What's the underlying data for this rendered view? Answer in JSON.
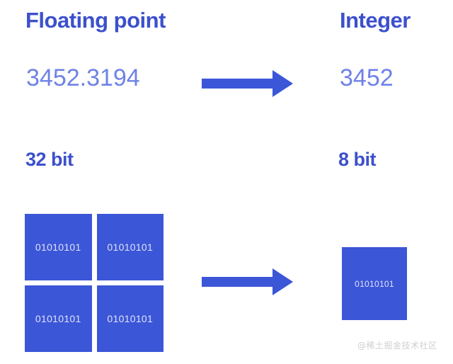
{
  "colors": {
    "background": "#ffffff",
    "heading_blue": "#3c50cc",
    "value_blue": "#6f82e6",
    "block_blue": "#3c56d8",
    "block_text": "#dfe3f7",
    "arrow_blue": "#3c56d8",
    "watermark_gray": "#cfcfcf"
  },
  "top_section": {
    "left_heading": "Floating point",
    "left_value": "3452.3194",
    "right_heading": "Integer",
    "right_value": "3452",
    "arrow_icon": "arrow-right-icon"
  },
  "bottom_section": {
    "left_heading": "32 bit",
    "right_heading": "8 bit",
    "arrow_icon": "arrow-right-icon",
    "left_blocks": [
      {
        "bits": "01010101"
      },
      {
        "bits": "01010101"
      },
      {
        "bits": "01010101"
      },
      {
        "bits": "01010101"
      }
    ],
    "right_block": {
      "bits": "01010101"
    }
  },
  "watermark": {
    "text": "@稀土掘金技术社区"
  }
}
